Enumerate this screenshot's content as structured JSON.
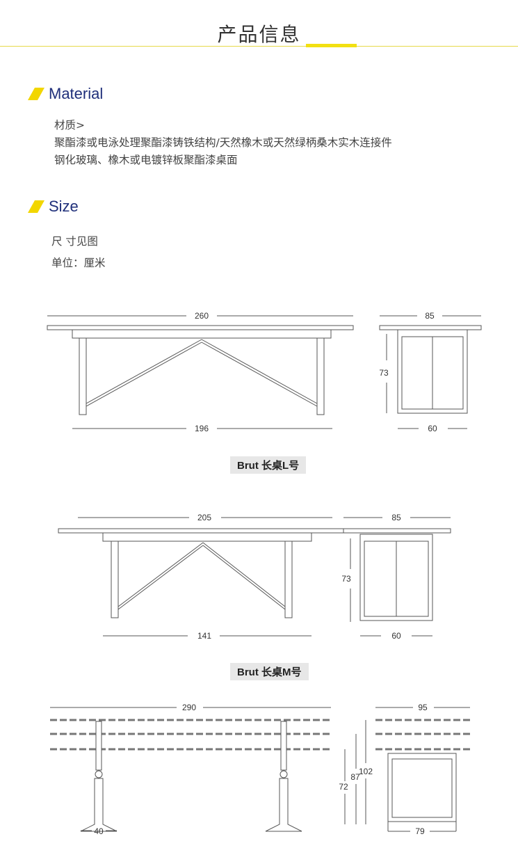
{
  "header": {
    "title": "产品信息"
  },
  "material": {
    "title": "Material",
    "label": "材质>",
    "lines": [
      "聚酯漆或电泳处理聚酯漆铸铁结构/天然橡木或天然绿柄桑木实木连接件",
      "钢化玻璃、橡木或电镀锌板聚酯漆桌面"
    ]
  },
  "size": {
    "title": "Size",
    "lines": [
      "尺 寸见图",
      "单位：厘米"
    ]
  },
  "drawings": {
    "large": {
      "caption": "Brut 长桌L号",
      "top_length": "260",
      "base_length": "196",
      "depth": "85",
      "height": "73",
      "base_depth": "60"
    },
    "medium": {
      "caption": "Brut 长桌M号",
      "top_length": "205",
      "base_length": "141",
      "depth": "85",
      "height": "73",
      "base_depth": "60"
    },
    "adjustable": {
      "top_length": "290",
      "foot_width": "40",
      "depth": "95",
      "heights": [
        "72",
        "87",
        "102"
      ],
      "base_depth": "79"
    }
  }
}
